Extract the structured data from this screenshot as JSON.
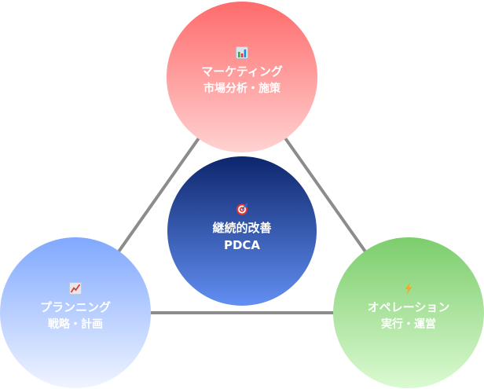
{
  "diagram": {
    "connector_color": "#8c8c8c",
    "nodes": {
      "marketing": {
        "icon": "bar-chart-icon",
        "title": "マーケティング",
        "subtitle": "市場分析・施策",
        "gradient": [
          "#ff6b6b",
          "#ffd2d2"
        ]
      },
      "center": {
        "icon": "target-icon",
        "title": "継続的改善",
        "subtitle": "PDCA",
        "gradient": [
          "#0d266c",
          "#628ff2"
        ]
      },
      "planning": {
        "icon": "trending-chart-icon",
        "title": "プランニング",
        "subtitle": "戦略・計画",
        "gradient": [
          "#80a8ff",
          "#f0f5ff"
        ]
      },
      "operation": {
        "icon": "lightning-icon",
        "title": "オペレーション",
        "subtitle": "実行・運営",
        "gradient": [
          "#7ccd6c",
          "#dbfad2"
        ]
      }
    }
  }
}
